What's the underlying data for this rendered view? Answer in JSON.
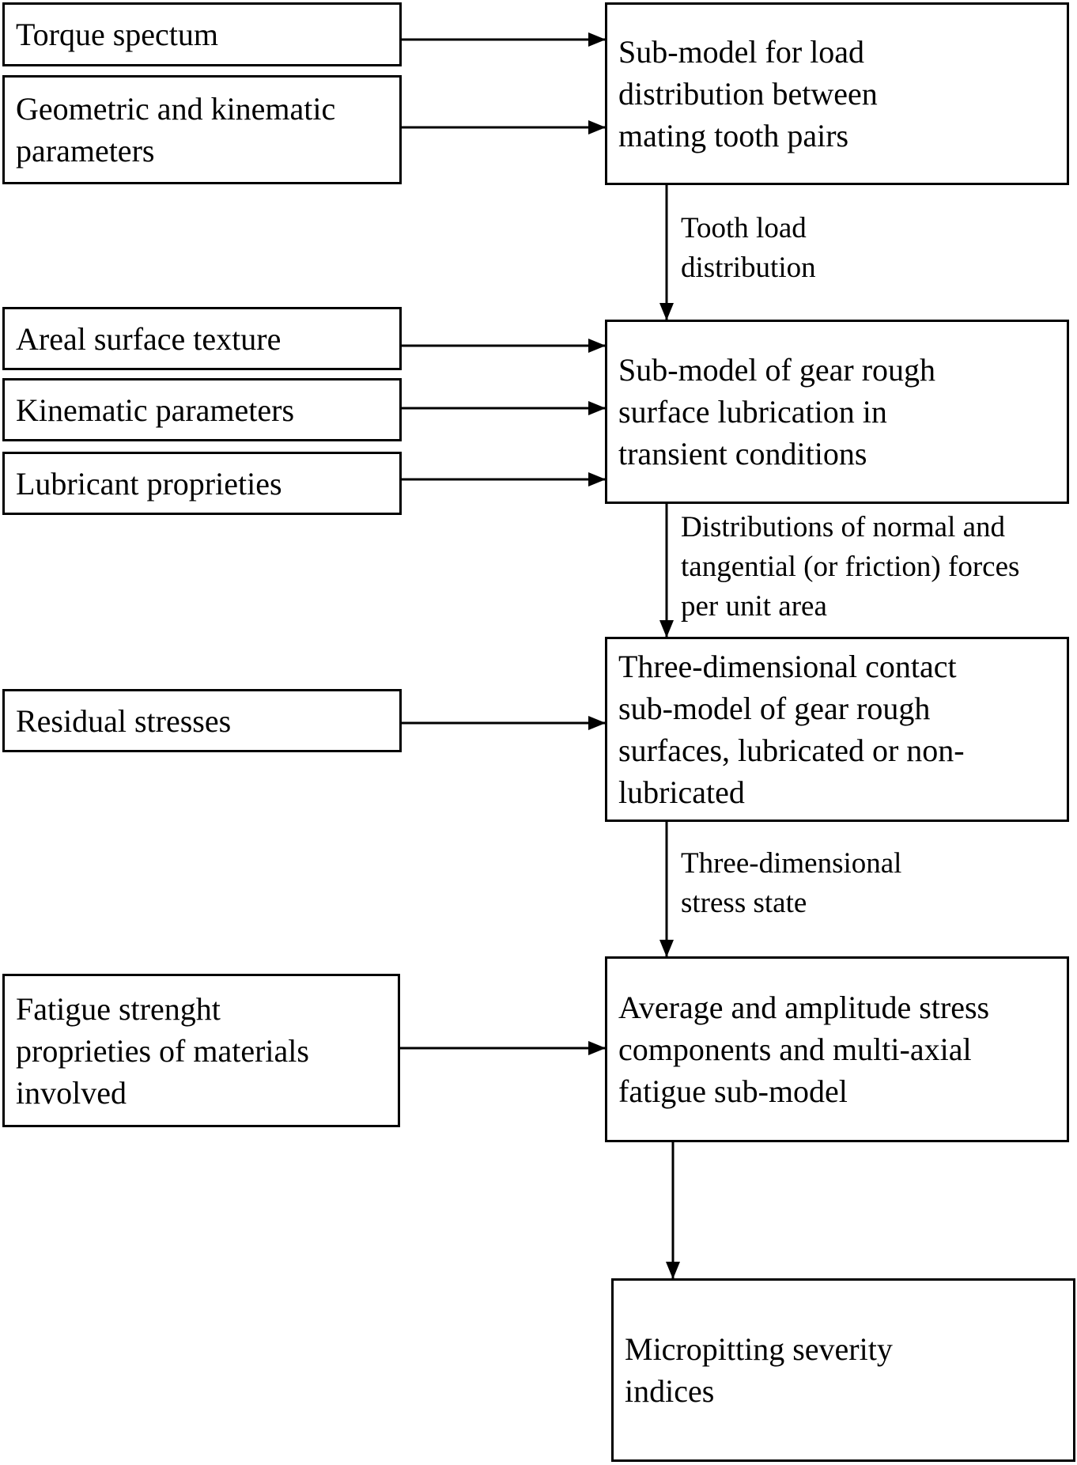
{
  "inputs": {
    "torque": [
      "Torque spectum"
    ],
    "geometric": [
      "Geometric and kinematic",
      "parameters"
    ],
    "areal": [
      "Areal surface texture"
    ],
    "kinematic": [
      "Kinematic parameters"
    ],
    "lubricant": [
      "Lubricant proprieties"
    ],
    "residual": [
      "Residual stresses"
    ],
    "fatigue": [
      "Fatigue strenght",
      "proprieties of materials",
      "involved"
    ]
  },
  "submodels": {
    "load": [
      "Sub-model for load",
      "distribution between",
      "mating tooth pairs"
    ],
    "lubrication": [
      "Sub-model of gear rough",
      "surface lubrication in",
      "transient conditions"
    ],
    "contact": [
      "Three-dimensional contact",
      "sub-model of gear rough",
      "surfaces, lubricated or non-",
      "lubricated"
    ],
    "fatigue": [
      "Average and amplitude stress",
      "components and multi-axial",
      "fatigue sub-model"
    ],
    "output": [
      "Micropitting severity",
      "indices"
    ]
  },
  "edge_labels": {
    "tooth_load": [
      "Tooth load",
      "distribution"
    ],
    "distributions": [
      "Distributions of normal and",
      "tangential (or friction) forces",
      "per unit area"
    ],
    "stress_state": [
      "Three-dimensional",
      "stress state"
    ]
  },
  "colors": {
    "stroke": "#000000",
    "background": "#ffffff"
  }
}
